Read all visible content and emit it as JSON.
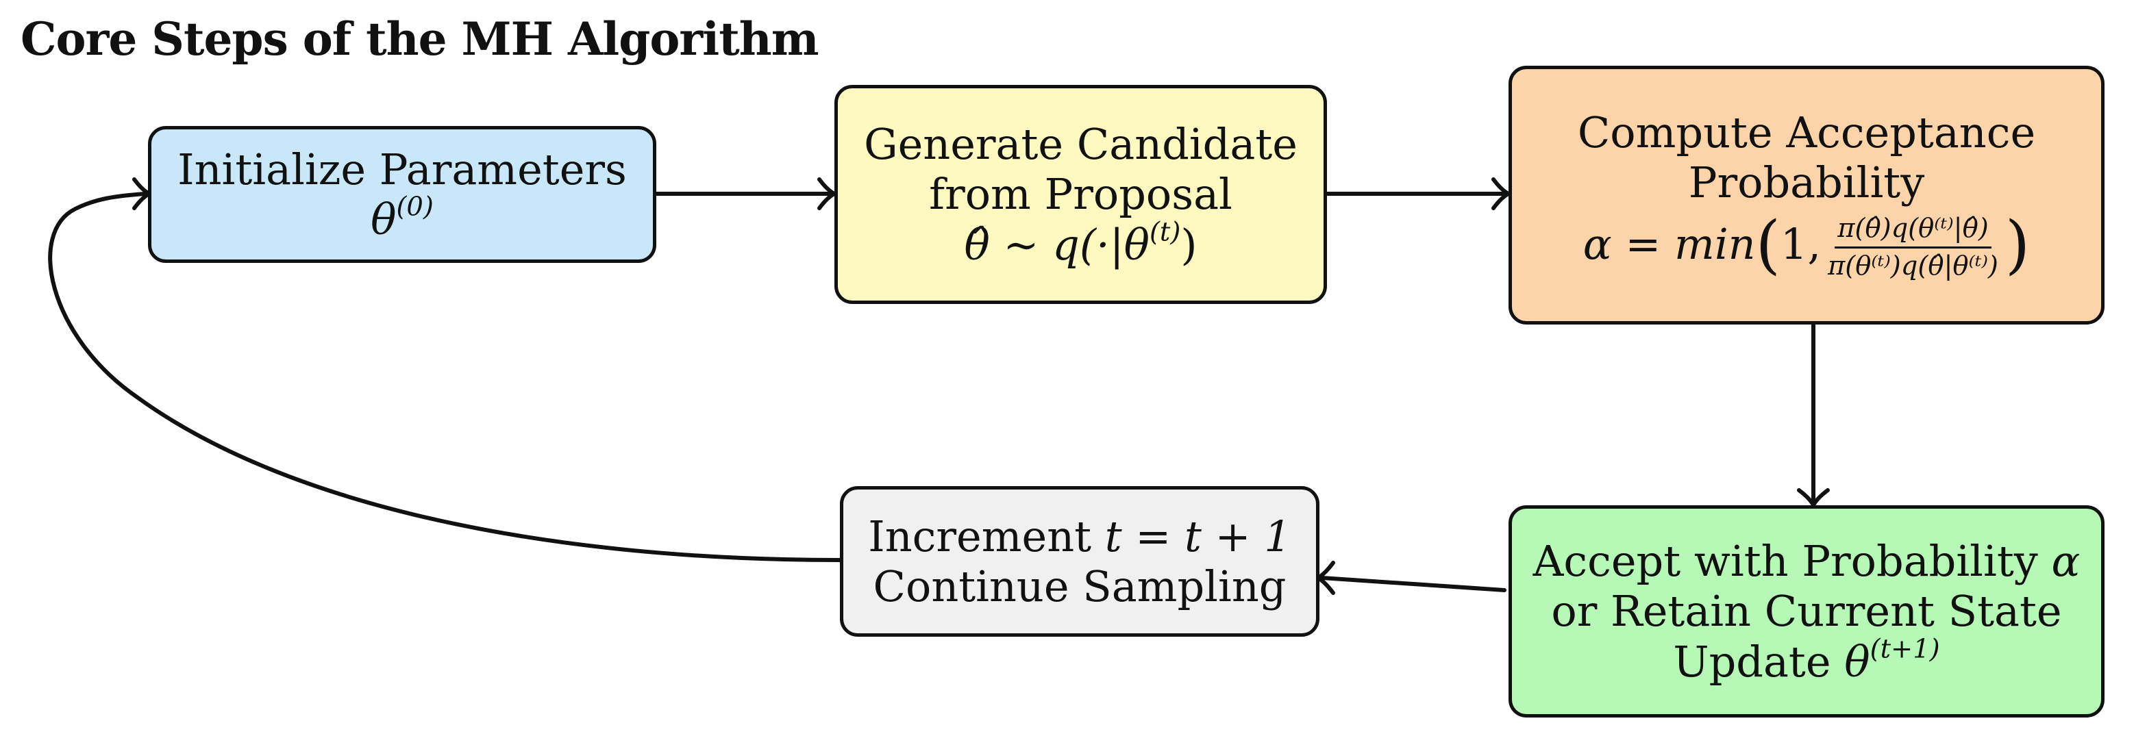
{
  "title": "Core Steps of the MH Algorithm",
  "colors": {
    "init_fill": "#c8e8fa",
    "generate_fill": "#fdf9c0",
    "compute_fill": "#fdd4a9",
    "accept_fill": "#b6f8b6",
    "increment_fill": "#f0f0f0",
    "stroke": "#111111"
  },
  "nodes": {
    "init": {
      "label": "Initialize Parameters",
      "math_symbol": "θ",
      "math_sup": "(0)"
    },
    "generate": {
      "line1": "Generate Candidate",
      "line2": "from Proposal",
      "math": "θ̂ ∼ q(·|θ",
      "math_sup": "(t)",
      "math_close": ")"
    },
    "compute": {
      "line1": "Compute Acceptance",
      "line2": "Probability",
      "alpha_eq": "α = min",
      "one": "1,",
      "numerator": "π(θ̂)q(θ⁽ᵗ⁾|θ̂)",
      "denominator": "π(θ⁽ᵗ⁾)q(θ̂|θ⁽ᵗ⁾)"
    },
    "accept": {
      "line1_text": "Accept with Probability ",
      "line1_math": "α",
      "line2": "or Retain Current State",
      "line3_text": "Update ",
      "line3_math": "θ",
      "line3_sup": "(t+1)"
    },
    "increment": {
      "line1_text": "Increment ",
      "line1_math": "t = t + 1",
      "line2": "Continue Sampling"
    }
  }
}
